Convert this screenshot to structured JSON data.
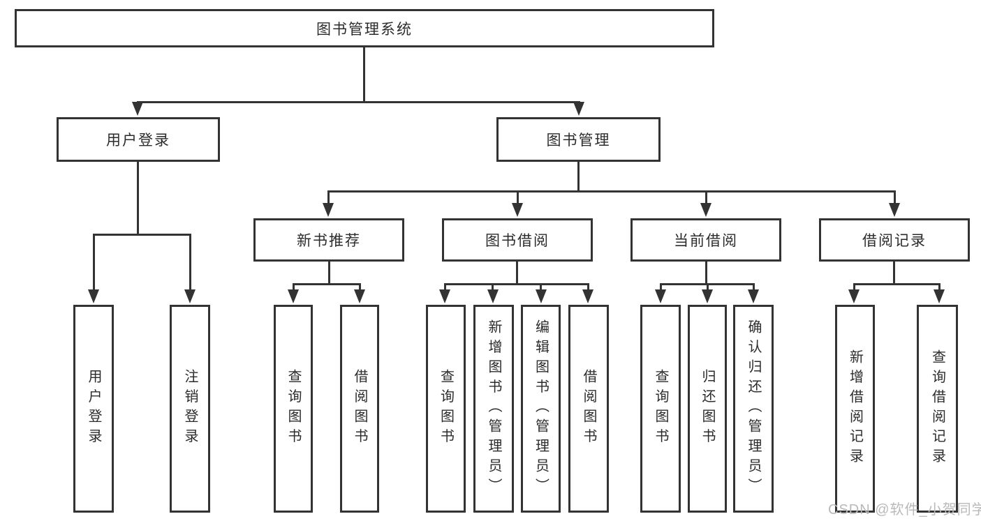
{
  "diagram": {
    "root": {
      "label": "图书管理系统"
    },
    "level2": [
      {
        "label": "用户登录"
      },
      {
        "label": "图书管理"
      }
    ],
    "level3": [
      {
        "label": "新书推荐"
      },
      {
        "label": "图书借阅"
      },
      {
        "label": "当前借阅"
      },
      {
        "label": "借阅记录"
      }
    ],
    "leaves": {
      "login": [
        "用户登录",
        "注销登录"
      ],
      "recommend": [
        "查询图书",
        "借阅图书"
      ],
      "borrow": [
        "查询图书",
        "新增图书（管理员）",
        "编辑图书（管理员）",
        "借阅图书"
      ],
      "current": [
        "查询图书",
        "归还图书",
        "确认归还（管理员）"
      ],
      "records": [
        "新增借阅记录",
        "查询借阅记录"
      ]
    }
  },
  "watermark": "CSDN @软件_小贺同学",
  "colors": {
    "line": "#333333",
    "text": "#2b2b2b",
    "background": "#ffffff",
    "watermark": "#b9b9b9"
  }
}
